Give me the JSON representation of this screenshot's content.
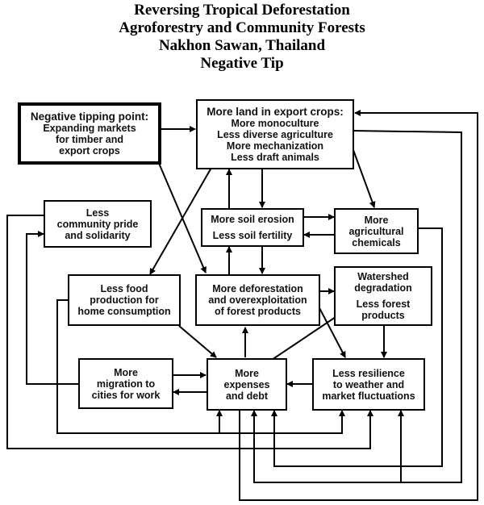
{
  "title": {
    "lines": [
      "Reversing Tropical Deforestation",
      "Agroforestry and Community Forests",
      "Nakhon Sawan, Thailand",
      "Negative Tip"
    ]
  },
  "nodes": {
    "tipping_point": {
      "header": "Negative tipping point:",
      "lines": [
        "Expanding markets",
        "for timber and",
        "export crops"
      ]
    },
    "export_crops": {
      "header": "More land in export crops:",
      "lines": [
        "More monoculture",
        "Less diverse agriculture",
        "More mechanization",
        "Less draft animals"
      ]
    },
    "community_pride": {
      "lines": [
        "Less",
        "community pride",
        "and solidarity"
      ]
    },
    "soil": {
      "lines": [
        "More soil erosion",
        "Less soil fertility"
      ]
    },
    "chemicals": {
      "lines": [
        "More",
        "agricultural",
        "chemicals"
      ]
    },
    "food_production": {
      "lines": [
        "Less food",
        "production for",
        "home consumption"
      ]
    },
    "deforestation": {
      "lines": [
        "More deforestation",
        "and overexploitation",
        "of forest products"
      ]
    },
    "watershed": {
      "lines": [
        "Watershed",
        "degradation",
        "Less forest",
        "products"
      ]
    },
    "migration": {
      "lines": [
        "More",
        "migration to",
        "cities for work"
      ]
    },
    "expenses": {
      "lines": [
        "More",
        "expenses",
        "and debt"
      ]
    },
    "resilience": {
      "lines": [
        "Less resilience",
        "to weather and",
        "market fluctuations"
      ]
    }
  },
  "colors": {
    "line": "#000000",
    "box_fill": "#ffffff",
    "text": "#111111"
  }
}
